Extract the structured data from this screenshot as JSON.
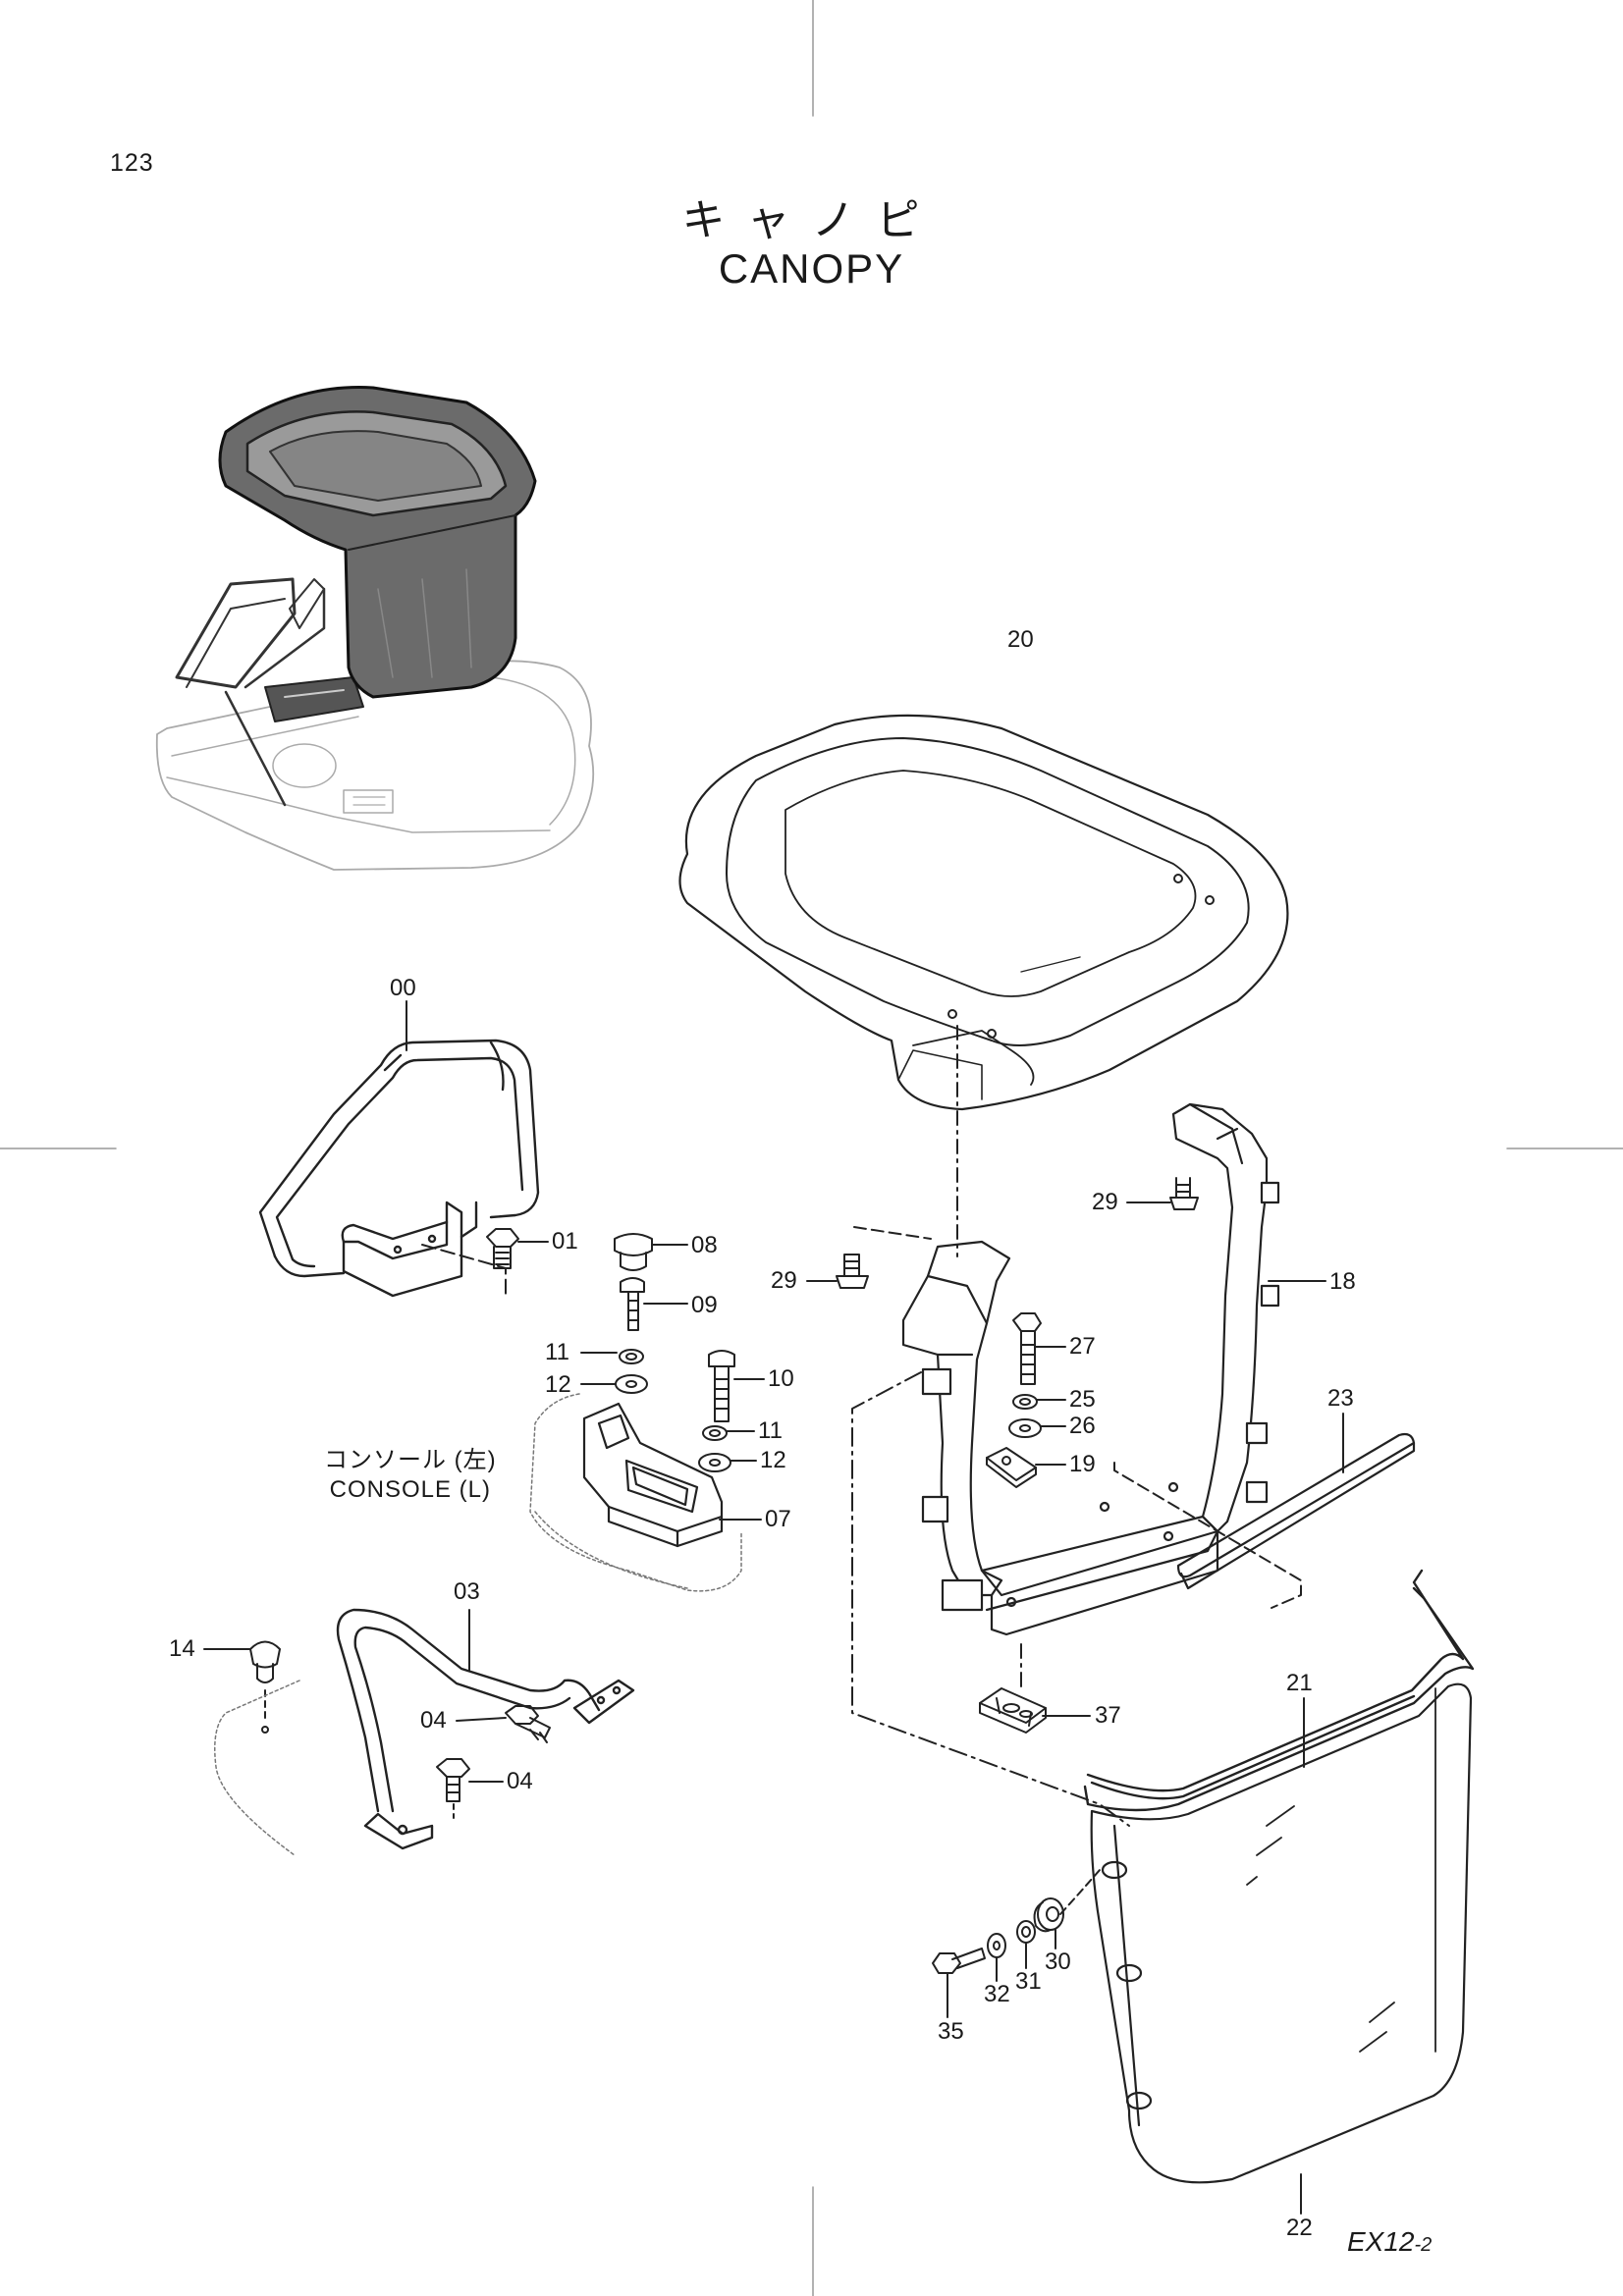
{
  "page_number": "123",
  "title_japanese": "キャノピ",
  "title_english": "CANOPY",
  "model_code": "EX12",
  "model_code_suffix": "-2",
  "console_label_jp": "コンソール (左)",
  "console_label_en": "CONSOLE (L)",
  "parts": [
    "20",
    "00",
    "01",
    "08",
    "09",
    "11",
    "12",
    "10",
    "07",
    "03",
    "14",
    "04",
    "29",
    "18",
    "27",
    "25",
    "26",
    "19",
    "23",
    "37",
    "21",
    "30",
    "31",
    "32",
    "35",
    "22"
  ]
}
